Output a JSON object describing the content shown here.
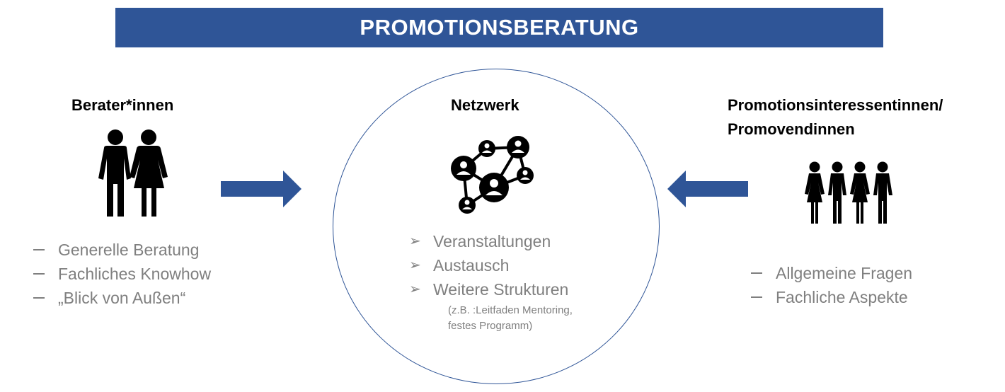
{
  "banner": {
    "title": "PROMOTIONSBERATUNG",
    "color": "#2f5597"
  },
  "left": {
    "heading": "Berater*innen",
    "icon": "couple-icon",
    "items": [
      "Generelle Beratung",
      "Fachliches Knowhow",
      "„Blick von Außen“"
    ]
  },
  "center": {
    "heading": "Netzwerk",
    "icon": "network-icon",
    "items": [
      "Veranstaltungen",
      "Austausch",
      "Weitere Strukturen"
    ],
    "note_line1": "(z.B. :Leitfaden Mentoring,",
    "note_line2": "festes Programm)"
  },
  "right": {
    "heading_line1": "Promotionsinteressentinnen/",
    "heading_line2": "Promovendinnen",
    "icon": "group-icon",
    "items": [
      "Allgemeine Fragen",
      "Fachliche Aspekte"
    ]
  },
  "colors": {
    "accent": "#2f5597",
    "list_text": "#7f7f7f"
  }
}
